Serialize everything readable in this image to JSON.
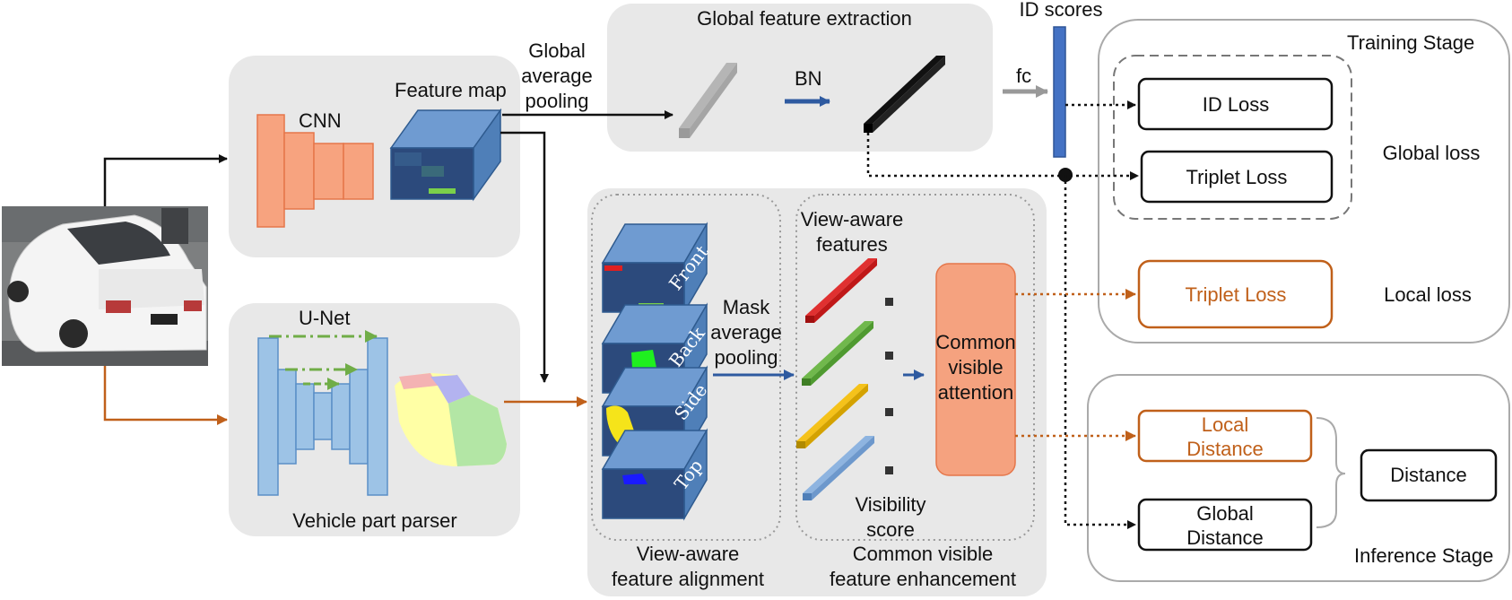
{
  "input_image": {
    "description_icon": "car-photo"
  },
  "cnn": {
    "label": "CNN"
  },
  "feature_map": {
    "label": "Feature map"
  },
  "gap": {
    "line1": "Global",
    "line2": "average",
    "line3": "pooling"
  },
  "global_extraction": {
    "title": "Global feature extraction",
    "bn_label": "BN"
  },
  "fc": {
    "label": "fc"
  },
  "id_scores": {
    "label": "ID scores"
  },
  "unet": {
    "label": "U-Net",
    "caption": "Vehicle part parser"
  },
  "alignment": {
    "views": [
      "Front",
      "Back",
      "Side",
      "Top"
    ],
    "mask_pooling": {
      "line1": "Mask",
      "line2": "average",
      "line3": "pooling"
    },
    "caption_line1": "View-aware",
    "caption_line2": "feature alignment"
  },
  "enhancement": {
    "features_line1": "View-aware",
    "features_line2": "features",
    "attention_line1": "Common",
    "attention_line2": "visible",
    "attention_line3": "attention",
    "visibility_line1": "Visibility",
    "visibility_line2": "score",
    "caption_line1": "Common visible",
    "caption_line2": "feature enhancement"
  },
  "training": {
    "title": "Training Stage",
    "id_loss": "ID Loss",
    "triplet_loss": "Triplet Loss",
    "global_loss": "Global loss",
    "local_triplet_loss": "Triplet Loss",
    "local_loss": "Local loss"
  },
  "inference": {
    "title": "Inference Stage",
    "local_distance_line1": "Local",
    "local_distance_line2": "Distance",
    "global_distance_line1": "Global",
    "global_distance_line2": "Distance",
    "distance": "Distance"
  },
  "colors": {
    "panel": "#e8e8e8",
    "cnn": "#f7a37f",
    "unet": "#9dc3e6",
    "feature_blue": "#4f7fb8",
    "orange": "#c0601a",
    "attention": "#f5a27f"
  }
}
